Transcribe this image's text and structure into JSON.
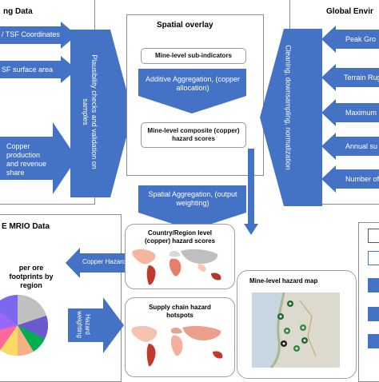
{
  "mining_panel": {
    "title": "ng Data",
    "items": [
      "/ TSF Coordinates",
      "SF surface area",
      "Copper production and revenue share"
    ]
  },
  "plausibility": {
    "label": "Plausibility checks and validation on samples"
  },
  "spatial_overlay": {
    "title": "Spatial overlay",
    "sub_indicators": "Mine-level  sub-indicators",
    "additive": "Additive Aggregation, (copper allocation)",
    "composite": "Mine-level composite (copper) hazard scores",
    "spatial_agg": "Spatial Aggregation, (output weighting)"
  },
  "global_panel": {
    "title": "Global Envir",
    "items": [
      "Peak Gro",
      "Terrain Rug",
      "Maximum",
      "Annual su",
      "Number of"
    ]
  },
  "cleaning": {
    "label": "Cleaning, downsampling, normalization"
  },
  "mrio_panel": {
    "title": "E MRIO Data",
    "footprints": "per ore footprints by region"
  },
  "country_box": {
    "label": "Country/Region level (copper) hazard scores"
  },
  "supply_box": {
    "label": "Supply chain hazard hotspots"
  },
  "copper_hazard": {
    "label": "Copper Hazard"
  },
  "hazard_weighting": {
    "label": "Hazard weighting"
  },
  "mine_map": {
    "label": "Mine-level hazard map"
  },
  "colors": {
    "blue": "#4472c4",
    "dark_blue": "#2f5597",
    "white": "#ffffff",
    "gray": "#8c8c8c"
  }
}
